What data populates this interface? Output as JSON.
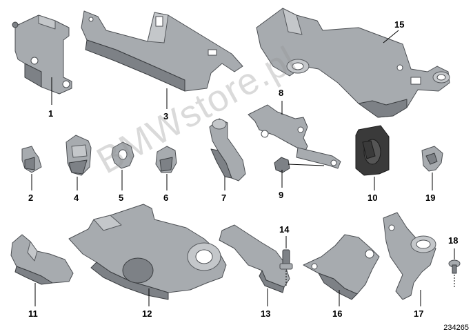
{
  "callouts": {
    "c1": "1",
    "c2": "2",
    "c3": "3",
    "c4": "4",
    "c5": "5",
    "c6": "6",
    "c7": "7",
    "c8": "8",
    "c9": "9",
    "c10": "10",
    "c11": "11",
    "c12": "12",
    "c13": "13",
    "c14": "14",
    "c15": "15",
    "c16": "16",
    "c17": "17",
    "c18": "18",
    "c19": "19"
  },
  "diagram_id": "234265",
  "watermark": "BMWstore.pl",
  "colors": {
    "metal": "#a7abaf",
    "outline": "#4b4e52",
    "rubber": "#3a3a3a",
    "background": "#ffffff"
  }
}
